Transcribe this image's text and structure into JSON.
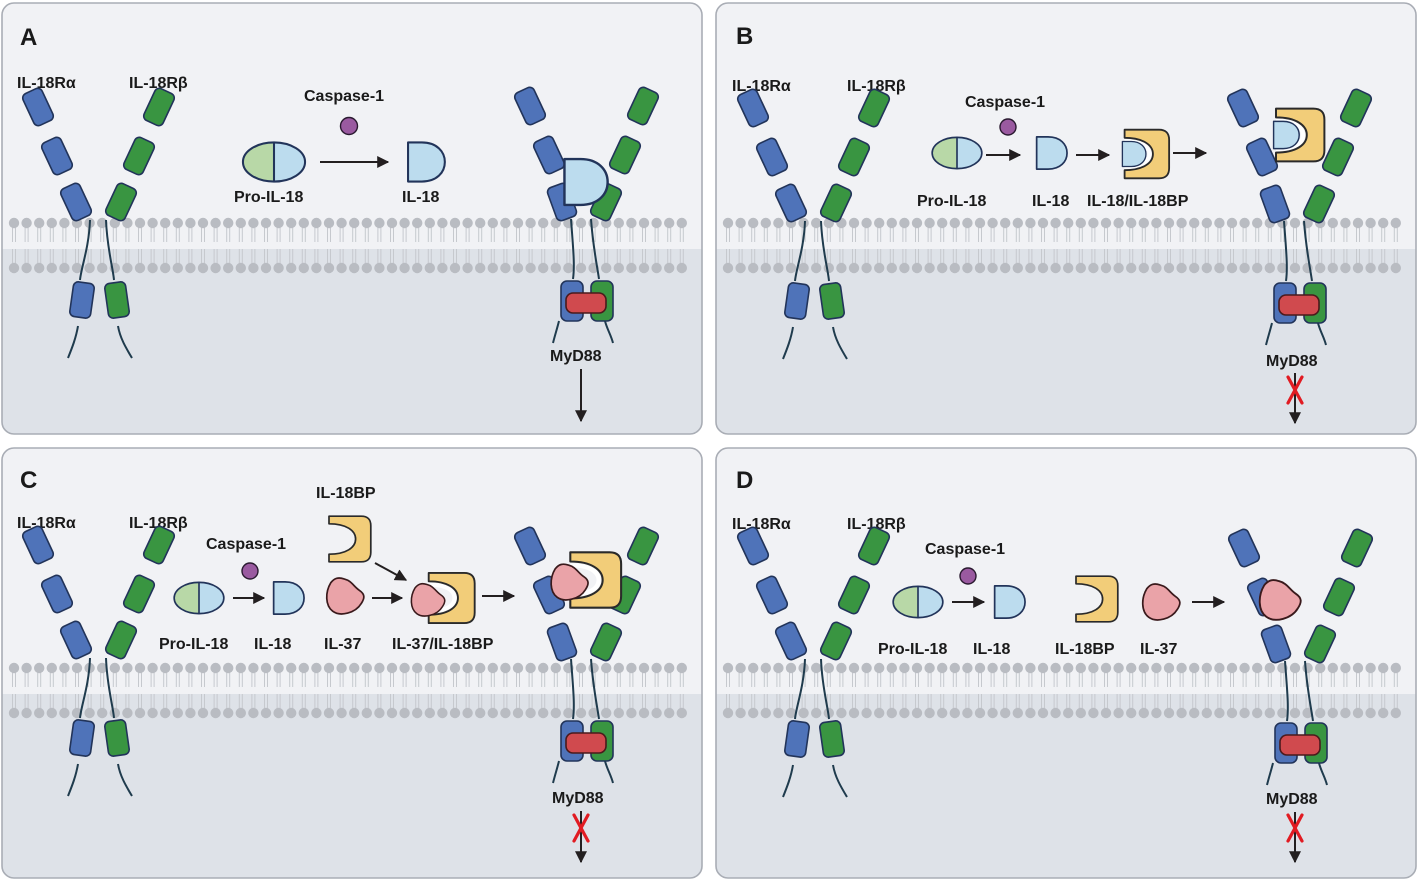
{
  "colors": {
    "panel_bg": "#f1f2f5",
    "panel_border": "#a9adb5",
    "cytoplasm": "#dee2e8",
    "lipid_head": "#b9bcc2",
    "receptor_alpha": "#4f73b9",
    "receptor_beta": "#399541",
    "il18": "#bcdcee",
    "pro_domain": "#b8d8a7",
    "caspase": "#9a5aa0",
    "binding_protein": "#f2cd79",
    "il37": "#eaa3a8",
    "myd88": "#d04a4e",
    "block_x": "#e11b22"
  },
  "panels": [
    {
      "letter": "A",
      "labels": {
        "receptor_alpha": "IL-18Rα",
        "receptor_beta": "IL-18Rβ",
        "caspase": "Caspase-1",
        "pro_il18": "Pro-IL-18",
        "il18": "IL-18",
        "myd88": "MyD88"
      },
      "signal_blocked": false
    },
    {
      "letter": "B",
      "labels": {
        "receptor_alpha": "IL-18Rα",
        "receptor_beta": "IL-18Rβ",
        "caspase": "Caspase-1",
        "pro_il18": "Pro-IL-18",
        "il18": "IL-18",
        "complex": "IL-18/IL-18BP",
        "myd88": "MyD88"
      },
      "signal_blocked": true
    },
    {
      "letter": "C",
      "labels": {
        "receptor_alpha": "IL-18Rα",
        "receptor_beta": "IL-18Rβ",
        "caspase": "Caspase-1",
        "pro_il18": "Pro-IL-18",
        "il18": "IL-18",
        "il18bp": "IL-18BP",
        "il37": "IL-37",
        "complex": "IL-37/IL-18BP",
        "myd88": "MyD88"
      },
      "signal_blocked": true
    },
    {
      "letter": "D",
      "labels": {
        "receptor_alpha": "IL-18Rα",
        "receptor_beta": "IL-18Rβ",
        "caspase": "Caspase-1",
        "pro_il18": "Pro-IL-18",
        "il18": "IL-18",
        "il18bp": "IL-18BP",
        "il37": "IL-37",
        "myd88": "MyD88"
      },
      "signal_blocked": true
    }
  ]
}
